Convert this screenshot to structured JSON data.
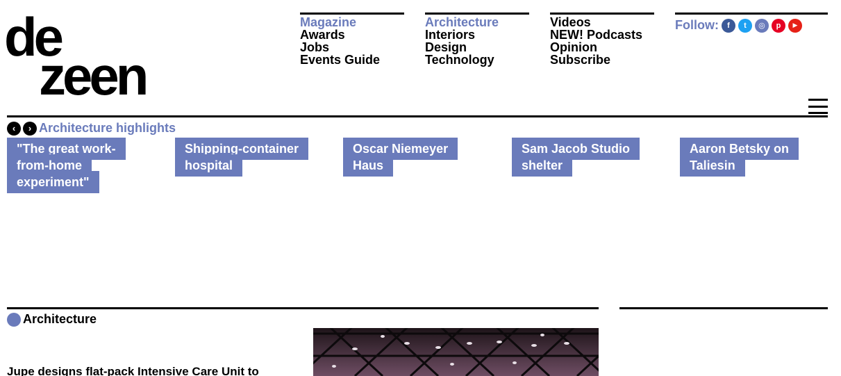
{
  "logo": {
    "line1": "de",
    "line2": "zeen"
  },
  "nav": {
    "col1": [
      "Magazine",
      "Awards",
      "Jobs",
      "Events Guide"
    ],
    "col2": [
      "Architecture",
      "Interiors",
      "Design",
      "Technology"
    ],
    "col3": [
      "Videos",
      "NEW! Podcasts",
      "Opinion",
      "Subscribe"
    ]
  },
  "follow": {
    "label": "Follow:",
    "icons": [
      {
        "name": "facebook-icon",
        "glyph": "f",
        "color": "#3b5998"
      },
      {
        "name": "twitter-icon",
        "glyph": "t",
        "color": "#1da1f2"
      },
      {
        "name": "instagram-icon",
        "glyph": "◎",
        "color": "#6a7bbb"
      },
      {
        "name": "pinterest-icon",
        "glyph": "p",
        "color": "#e60023"
      },
      {
        "name": "youtube-icon",
        "glyph": "▶",
        "color": "#e62117"
      }
    ]
  },
  "highlights": {
    "title": "Architecture highlights",
    "items": [
      "\"The great work-from-home experiment\"",
      "Shipping-container hospital",
      "Oscar Niemeyer Haus",
      "Sam Jacob Studio shelter",
      "Aaron Betsky on Taliesin"
    ]
  },
  "section": {
    "title": "Architecture"
  },
  "article": {
    "title": "Jupe designs flat-pack Intensive Care Unit to"
  },
  "colors": {
    "accent": "#6a7bbb",
    "text": "#000000"
  }
}
